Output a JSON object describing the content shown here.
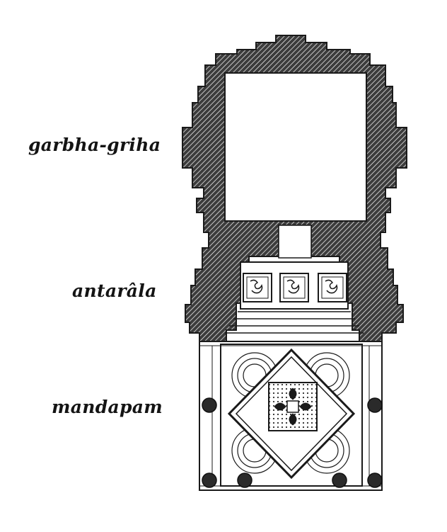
{
  "labels": {
    "garbha_griha": "garbha-griha",
    "antarala": "antarâla",
    "mandapam": "mandapam"
  },
  "colors": {
    "ink": "#1a1a1a",
    "wall_fill": "#5a5a5a",
    "paper": "#ffffff"
  }
}
